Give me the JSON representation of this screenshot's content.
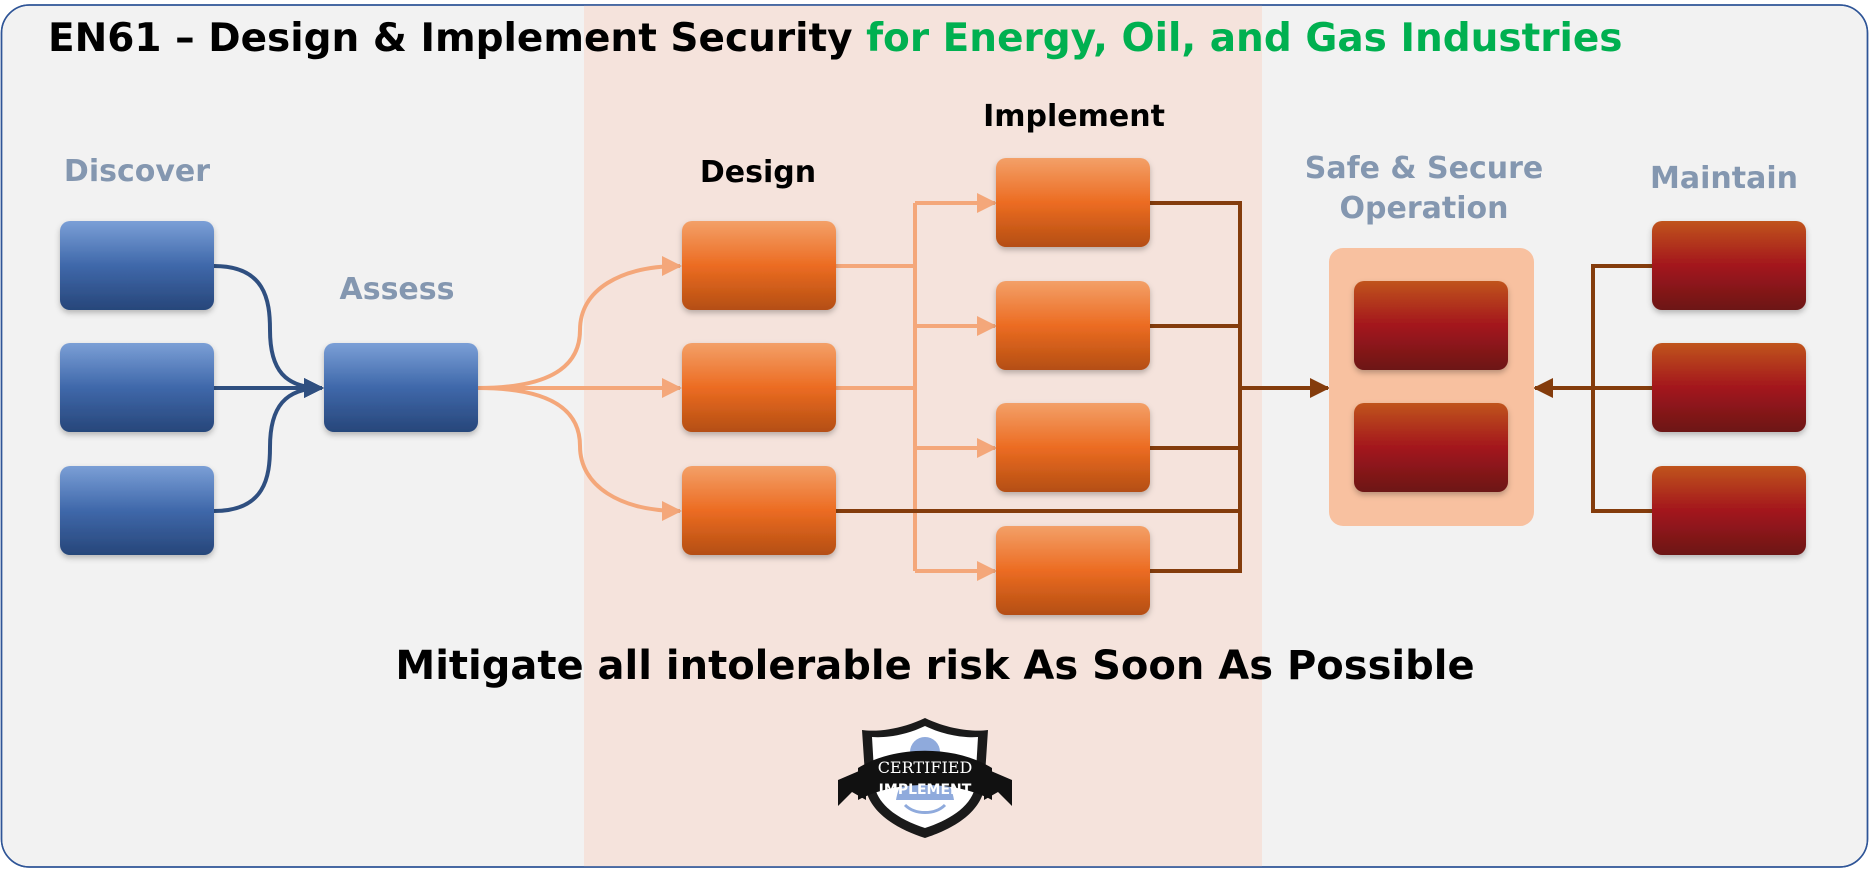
{
  "title": {
    "prefix": "EN61 – Design & Implement Security ",
    "suffix": "for Energy, Oil, and Gas Industries"
  },
  "stages": {
    "discover": "Discover",
    "assess": "Assess",
    "design": "Design",
    "implement": "Implement",
    "operation_line1": "Safe & Secure",
    "operation_line2": "Operation",
    "maintain": "Maintain"
  },
  "tagline": "Mitigate all intolerable risk As Soon As Possible",
  "badge": {
    "line1": "CERTIFIED",
    "line2": "IMPLEMENT"
  },
  "colors": {
    "panel_bg": "#f2f2f2",
    "highlight_band": "#f5e3dc",
    "title_accent": "#00b050",
    "muted_label": "#8497b0",
    "blue_box": "#2f5597",
    "orange_box": "#ed7d31",
    "red_box": "#9c1c1f",
    "dark_connector": "#843c0c",
    "light_connector": "#f4b183",
    "operation_bg": "#f8c1a0"
  }
}
